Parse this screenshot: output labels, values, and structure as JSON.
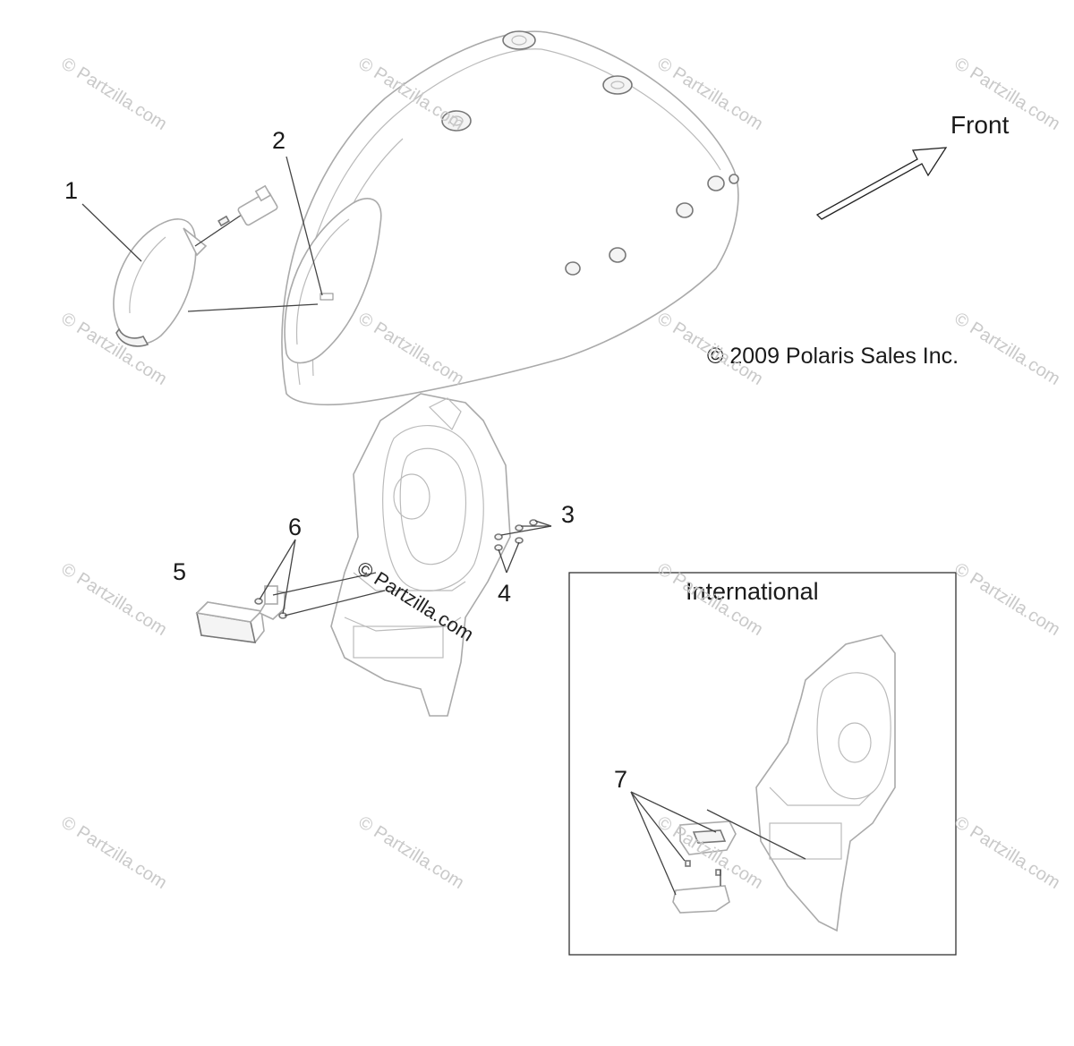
{
  "labels": {
    "front": "Front",
    "copyright": "© 2009 Polaris Sales Inc.",
    "international": "International",
    "callouts": [
      "1",
      "2",
      "3",
      "4",
      "5",
      "6",
      "7"
    ]
  },
  "watermark": {
    "text": "© Partzilla.com",
    "center_text": "© Partzilla.com"
  },
  "colors": {
    "line": "#444444",
    "part_outline": "#aaaaaa",
    "watermark": "#c9c9c9"
  }
}
